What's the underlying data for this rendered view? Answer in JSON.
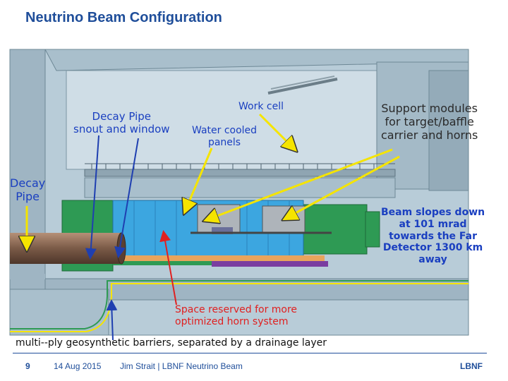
{
  "title": "Neutrino Beam Configuration",
  "labels": {
    "decay_pipe_snout": "Decay Pipe\nsnout and window",
    "work_cell": "Work cell",
    "water_cooled": "Water cooled\npanels",
    "support_modules": "Support modules\nfor target/baffle\ncarrier and horns",
    "decay_pipe": "Decay\nPipe",
    "beam_slopes": "Beam slopes down\nat 101 mrad\ntowards the Far\nDetector 1300 km\naway",
    "space_reserved": "Space reserved for more\noptimized horn system",
    "barriers": "multi--ply geosynthetic barriers, separated by a drainage layer"
  },
  "footer": {
    "page": "9",
    "date": "14 Aug 2015",
    "author": "Jim Strait | LBNF Neutrino Beam",
    "brand": "LBNF"
  },
  "colors": {
    "title": "#1f4e9a",
    "arrow_yellow": "#f5e400",
    "arrow_blue": "#1f3fb0",
    "arrow_red": "#e02020",
    "label_blue": "#1a3fc0"
  }
}
